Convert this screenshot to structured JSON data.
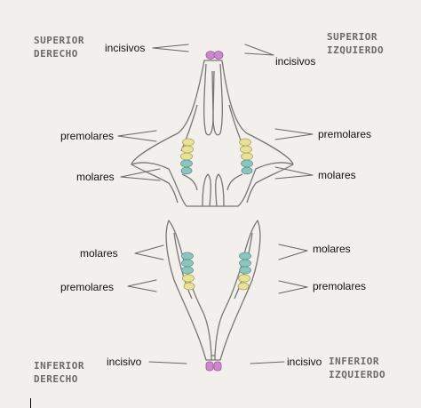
{
  "colors": {
    "background": "#f2efed",
    "bone_outline": "#777777",
    "incisor": "#cc88cc",
    "premolar": "#e8e298",
    "molar": "#8ec4be",
    "pointer_line": "#666666",
    "quadrant_text": "#6a6a6a"
  },
  "quadrants": {
    "upper_right": {
      "line1": "SUPERIOR",
      "line2": "DERECHO"
    },
    "upper_left": {
      "line1": "SUPERIOR",
      "line2": "IZQUIERDO"
    },
    "lower_right": {
      "line1": "INFERIOR",
      "line2": "DERECHO"
    },
    "lower_left": {
      "line1": "INFERIOR",
      "line2": "IZQUIERDO"
    }
  },
  "labels": {
    "upper_incisors_left": "incisivos",
    "upper_incisors_right": "incisivos",
    "upper_premolars_left": "premolares",
    "upper_premolars_right": "premolares",
    "upper_molars_left": "molares",
    "upper_molars_right": "molares",
    "lower_molars_left": "molares",
    "lower_molars_right": "molares",
    "lower_premolars_left": "premolares",
    "lower_premolars_right": "premolares",
    "lower_incisor_left": "incisivo",
    "lower_incisor_right": "incisivo"
  }
}
